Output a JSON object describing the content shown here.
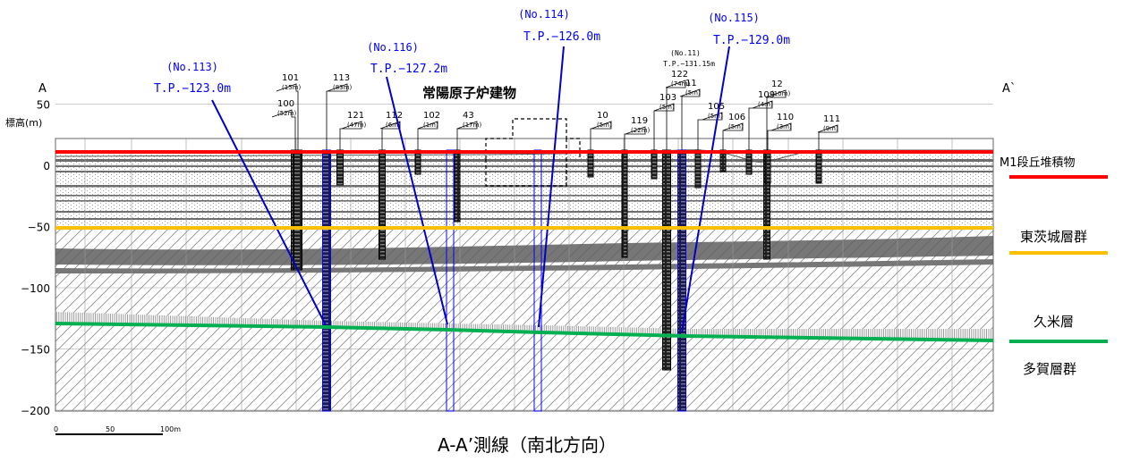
{
  "section": {
    "start_label": "A",
    "end_label": "A`",
    "caption": "A-A’測線（南北方向）",
    "building_label": "常陽原子炉建物",
    "elevation_axis": {
      "title": "標高(m)",
      "ticks": [
        {
          "value": 50,
          "label": "50"
        },
        {
          "value": 0,
          "label": "0"
        },
        {
          "value": -50,
          "label": "−50"
        },
        {
          "value": -100,
          "label": "−100"
        },
        {
          "value": -150,
          "label": "−150"
        },
        {
          "value": -200,
          "label": "−200"
        }
      ]
    },
    "scale_bar": {
      "labels": [
        "0",
        "50",
        "100m"
      ]
    }
  },
  "layers": [
    {
      "name": "M1段丘堆積物",
      "color": "#ff0000"
    },
    {
      "name": "東茨城層群",
      "color": "#ffc000"
    },
    {
      "name": "久米層",
      "color": "#00b050"
    },
    {
      "name": "多賀層群",
      "color": ""
    }
  ],
  "highlighted_boreholes": [
    {
      "id": "(No.113)",
      "tp": "T.P.−123.0m",
      "color": "#0000ff"
    },
    {
      "id": "(No.116)",
      "tp": "T.P.−127.2m",
      "color": "#0000ff"
    },
    {
      "id": "(No.114)",
      "tp": "T.P.−126.0m",
      "color": "#0000ff"
    },
    {
      "id": "(No.115)",
      "tp": "T.P.−129.0m",
      "color": "#0000ff"
    },
    {
      "id": "(No.11)",
      "tp": "T.P.−131.15m",
      "color": "#000000"
    }
  ],
  "boreholes": [
    {
      "no": "100",
      "depth": "(52m)"
    },
    {
      "no": "101",
      "depth": "(15m)"
    },
    {
      "no": "113",
      "depth": "(83m)"
    },
    {
      "no": "121",
      "depth": "(47m)"
    },
    {
      "no": "112",
      "depth": "(6m)"
    },
    {
      "no": "102",
      "depth": "(1m)"
    },
    {
      "no": "43",
      "depth": "(17m)"
    },
    {
      "no": "10",
      "depth": "(5m)"
    },
    {
      "no": "119",
      "depth": "(22m)"
    },
    {
      "no": "103",
      "depth": "(5m)"
    },
    {
      "no": "122",
      "depth": "(74m)"
    },
    {
      "no": "11",
      "depth": "(5m)"
    },
    {
      "no": "105",
      "depth": "(5m)"
    },
    {
      "no": "106",
      "depth": "(5m)"
    },
    {
      "no": "109",
      "depth": "(4m)"
    },
    {
      "no": "12",
      "depth": "(10m)"
    },
    {
      "no": "110",
      "depth": "(3m)"
    },
    {
      "no": "111",
      "depth": "(9m)"
    }
  ]
}
